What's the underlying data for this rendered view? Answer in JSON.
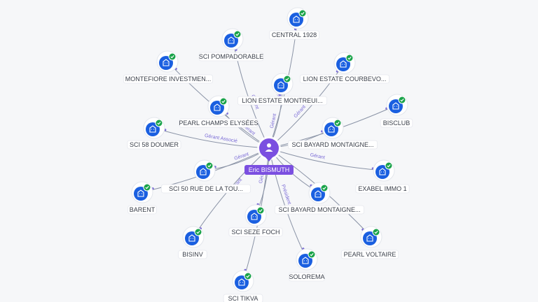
{
  "graph": {
    "center": {
      "name": "Eric BISMUTH",
      "icon": "person-icon",
      "color": "#7b4fe0"
    },
    "company_icon": "building-icon",
    "verified_icon": "check-icon",
    "colors": {
      "company": "#1a5fe0",
      "badge": "#1aa34a",
      "edge": "#8a93a6",
      "edge_label": "#7a6bd6"
    },
    "nodes": [
      {
        "id": "central-1928",
        "name": "CENTRAL 1928",
        "role": "Gérant"
      },
      {
        "id": "sci-pompadorable",
        "name": "SCI POMPADORABLE",
        "role": "Gérant"
      },
      {
        "id": "lion-estate-courbevoie",
        "name": "LION ESTATE COURBEVO...",
        "role": "Gérant"
      },
      {
        "id": "montefiore-investment",
        "name": "MONTEFIORE INVESTMEN...",
        "role": ""
      },
      {
        "id": "lion-estate-montreuil",
        "name": "LION ESTATE MONTREUI...",
        "role": "Gérant"
      },
      {
        "id": "pearl-champs-elysees",
        "name": "PEARL CHAMPS ELYSÉES",
        "role": "Gérant"
      },
      {
        "id": "bisclub",
        "name": "BISCLUB",
        "role": ""
      },
      {
        "id": "sci-58-doumer",
        "name": "SCI 58 DOUMER",
        "role": "Gérant Associé"
      },
      {
        "id": "sci-bayard-montaigne-1",
        "name": "SCI BAYARD MONTAIGNE...",
        "role": ""
      },
      {
        "id": "sci-50-rue-de-la-tour",
        "name": "SCI 50 RUE DE LA TOU...",
        "role": "Gérant"
      },
      {
        "id": "exabel-immo-1",
        "name": "EXABEL IMMO 1",
        "role": "Gérant"
      },
      {
        "id": "barent",
        "name": "BARENT",
        "role": ""
      },
      {
        "id": "sci-bayard-montaigne-2",
        "name": "SCI BAYARD MONTAIGNE...",
        "role": ""
      },
      {
        "id": "sci-seze-foch",
        "name": "SCI SEZE FOCH",
        "role": "Gérant"
      },
      {
        "id": "bisinv",
        "name": "BISINV",
        "role": "Gérant"
      },
      {
        "id": "pearl-voltaire",
        "name": "PEARL VOLTAIRE",
        "role": ""
      },
      {
        "id": "solorema",
        "name": "SOLOREMA",
        "role": "Président"
      },
      {
        "id": "sci-tikva",
        "name": "SCI TIKVA",
        "role": ""
      }
    ]
  }
}
